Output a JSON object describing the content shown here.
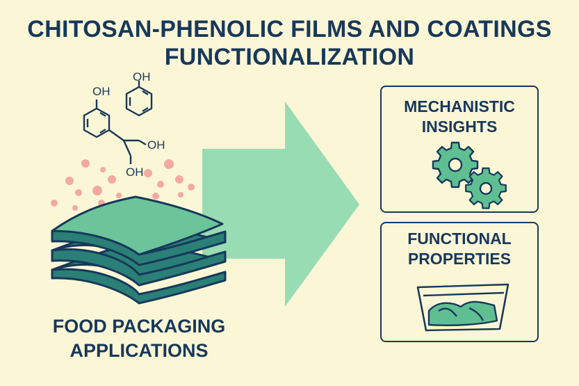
{
  "title": {
    "line1": "CHITOSAN-PHENOLIC FILMS AND COATINGS",
    "line2": "FUNCTIONALIZATION"
  },
  "molecule": {
    "oh_1": "OH",
    "oh_2": "OH",
    "oh_3": "OH",
    "oh_4": "OH"
  },
  "left_label": {
    "line1": "FOOD PACKAGING",
    "line2": "APPLICATIONS"
  },
  "panels": {
    "top": {
      "line1": "MECHANISTIC",
      "line2": "INSIGHTS",
      "icon": "gears-icon"
    },
    "bottom": {
      "line1": "FUNCTIONAL",
      "line2": "PROPERTIES",
      "icon": "food-container-icon"
    }
  },
  "colors": {
    "background": "#fbf6d6",
    "navy": "#17385a",
    "arrow_green": "#98dcb3",
    "film_teal_dark": "#2a7f76",
    "film_green_light": "#6cc49a",
    "dots_pink": "#f4a9a0"
  }
}
